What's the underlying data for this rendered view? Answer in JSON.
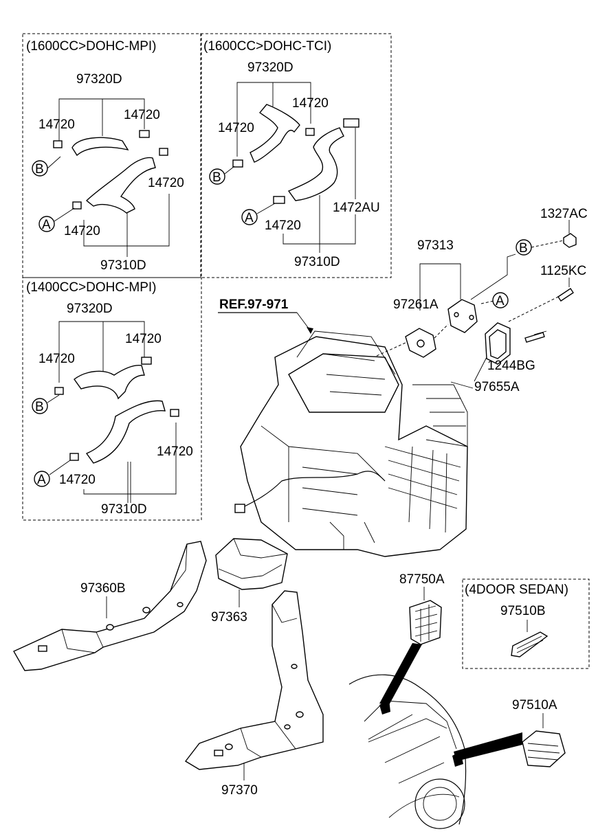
{
  "boxes": {
    "mpi1600": "(1600CC>DOHC-MPI)",
    "tci1600": "(1600CC>DOHC-TCI)",
    "mpi1400": "(1400CC>DOHC-MPI)",
    "sedan": "(4DOOR SEDAN)"
  },
  "ref": "REF.97-971",
  "markers": {
    "a": "A",
    "b": "B"
  },
  "parts": {
    "p97320D": "97320D",
    "p97310D": "97310D",
    "p14720": "14720",
    "p1472AU": "1472AU",
    "p97313": "97313",
    "p97261A": "97261A",
    "p1327AC": "1327AC",
    "p1125KC": "1125KC",
    "p1244BG": "1244BG",
    "p97655A": "97655A",
    "p97360B": "97360B",
    "p97363": "97363",
    "p97370": "97370",
    "p87750A": "87750A",
    "p97510B": "97510B",
    "p97510A": "97510A"
  }
}
